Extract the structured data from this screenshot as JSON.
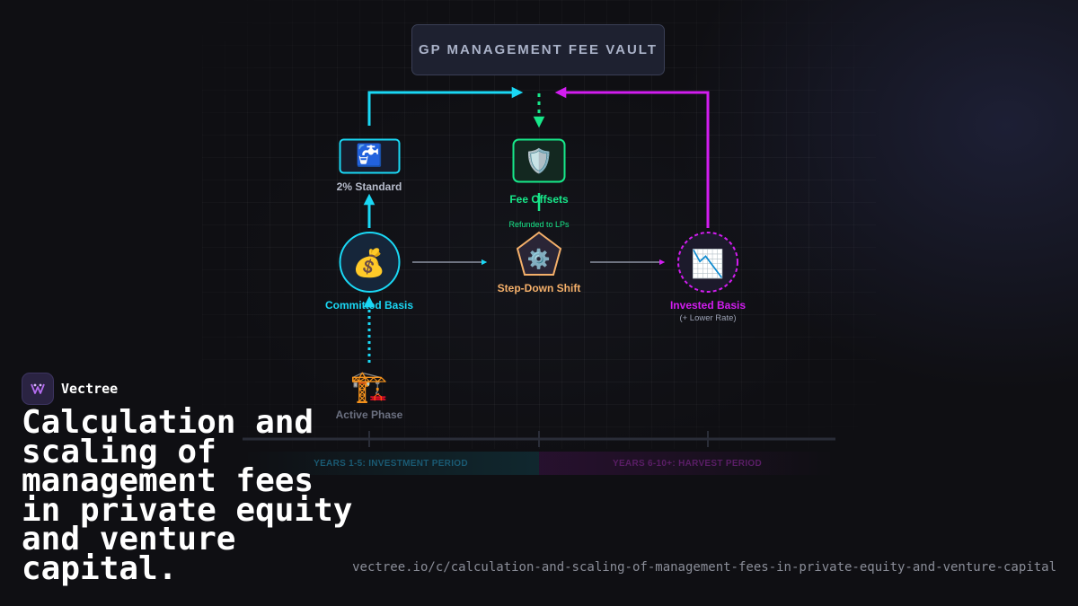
{
  "vault": {
    "label": "GP MANAGEMENT FEE VAULT"
  },
  "nodes": {
    "standard": {
      "icon": "🚰",
      "icon_name": "water-tap-icon",
      "label": "2% Standard"
    },
    "offsets": {
      "icon": "🛡️",
      "icon_name": "shield-icon",
      "label": "Fee Offsets",
      "note": "Refunded to LPs"
    },
    "committed": {
      "icon": "💰",
      "icon_name": "money-bag-icon",
      "label": "Committed Basis"
    },
    "stepdown": {
      "icon": "⚙️",
      "icon_name": "gear-icon",
      "label": "Step-Down Shift"
    },
    "invested": {
      "icon": "📉",
      "icon_name": "chart-decreasing-icon",
      "label": "Invested Basis",
      "note": "(+ Lower Rate)"
    },
    "active": {
      "icon": "🏗️",
      "icon_name": "construction-crane-icon",
      "label": "Active Phase"
    }
  },
  "timeline": {
    "investment": "YEARS 1-5: INVESTMENT PERIOD",
    "harvest": "YEARS 6-10+: HARVEST PERIOD"
  },
  "brand": {
    "name": "Vectree"
  },
  "headline": "Calculation and scaling of management fees in private equity and venture capital.",
  "url": "vectree.io/c/calculation-and-scaling-of-management-fees-in-private-equity-and-venture-capital",
  "colors": {
    "cyan": "#1ad8f5",
    "magenta": "#d21df0",
    "green": "#17e88a",
    "orange": "#f5b06a",
    "background": "#0f0f13"
  }
}
